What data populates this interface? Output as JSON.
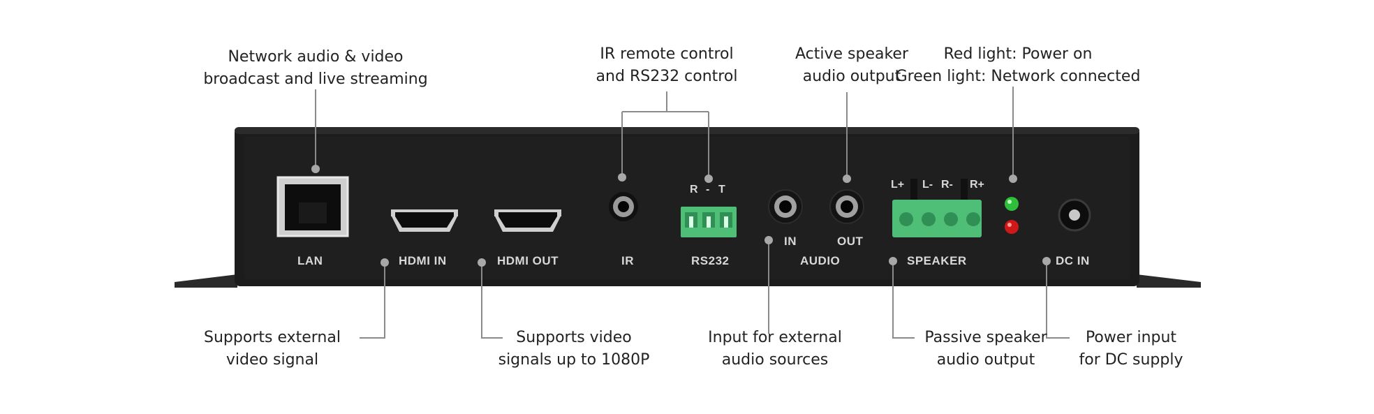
{
  "callouts": {
    "lan": [
      "Network audio & video",
      "broadcast and live streaming"
    ],
    "ir_rs232": [
      "IR remote control",
      "and RS232 control"
    ],
    "active_speaker": [
      "Active speaker",
      "audio output"
    ],
    "lights": [
      "Red light: Power on",
      "Green light: Network connected"
    ],
    "hdmi_in": [
      "Supports external",
      "video signal"
    ],
    "hdmi_out": [
      "Supports video",
      "signals up to 1080P"
    ],
    "audio_in": [
      "Input for external",
      "audio sources"
    ],
    "speaker": [
      "Passive speaker",
      "audio output"
    ],
    "dc_in": [
      "Power input",
      "for DC supply"
    ]
  },
  "panel_labels": {
    "lan": "LAN",
    "hdmi_in": "HDMI IN",
    "hdmi_out": "HDMI OUT",
    "ir": "IR",
    "rs232": "RS232",
    "audio": "AUDIO",
    "audio_in": "IN",
    "audio_out": "OUT",
    "speaker": "SPEAKER",
    "dc_in": "DC IN"
  },
  "pin_labels": {
    "rs232_r": "R",
    "rs232_dash": "-",
    "rs232_t": "T",
    "spk_lp": "L+",
    "spk_lm": "L-",
    "spk_rm": "R-",
    "spk_rp": "R+"
  },
  "colors": {
    "chassis": "#1c1c1c",
    "terminal_green": "#4fbf78",
    "led_green": "#2fbf3a",
    "led_red": "#d01818",
    "connector_line": "#8a8a8a"
  }
}
